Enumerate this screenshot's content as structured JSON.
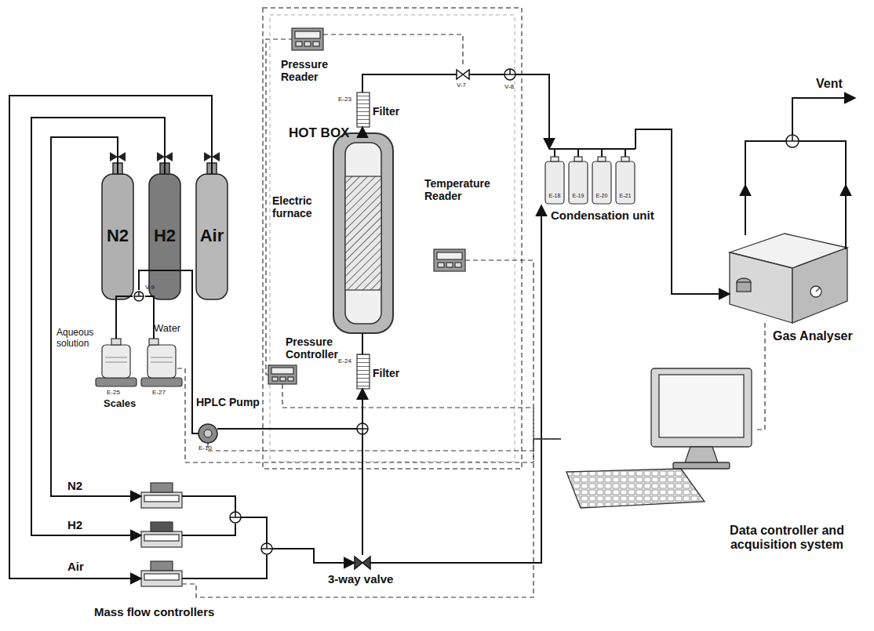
{
  "diagram": {
    "nodes": [
      {
        "text": [
          "HOT BOX"
        ]
      },
      {
        "text": [
          "Pressure Reader"
        ],
        "in": 0
      },
      {
        "text": [
          "E-23",
          "Filter"
        ],
        "in": 0
      },
      {
        "text": [
          "Electric furnace"
        ],
        "in": 0
      },
      {
        "text": [
          "Temperature Reader"
        ],
        "in": 0
      },
      {
        "text": [
          "E-24",
          "Filter"
        ],
        "in": 0
      },
      {
        "text": [
          "Pressure Controller"
        ],
        "in": 0
      },
      {
        "text": [
          "HPLC Pump",
          "E-10"
        ]
      },
      {
        "text": [
          "Aqueous solution",
          "E-25"
        ]
      },
      {
        "text": [
          "Water",
          "E-27"
        ]
      },
      {
        "text": [
          "N2"
        ]
      },
      {
        "text": [
          "H2"
        ]
      },
      {
        "text": [
          "Air"
        ]
      },
      {
        "text": [
          "Mass flow controllers"
        ]
      },
      {
        "text": [
          "3-way valve"
        ]
      },
      {
        "text": [
          "Condensation unit"
        ]
      },
      {
        "text": [
          "E-18"
        ],
        "in": 15
      },
      {
        "text": [
          "E-19"
        ],
        "in": 15
      },
      {
        "text": [
          "E-20"
        ],
        "in": 15
      },
      {
        "text": [
          "E-21"
        ],
        "in": 15
      },
      {
        "text": [
          "Gas Analyser"
        ]
      },
      {
        "text": [
          "Data controller and acquisition system"
        ]
      }
    ],
    "edges": [
      {
        "from": 10,
        "to": 13,
        "label": "N2",
        "arrow": "to"
      },
      {
        "from": 11,
        "to": 13,
        "label": "H2",
        "arrow": "to"
      },
      {
        "from": 12,
        "to": 13,
        "label": "Air",
        "arrow": "to"
      },
      {
        "from": 13,
        "to": 14,
        "arrow": "to"
      },
      {
        "from": 14,
        "to": 5,
        "arrow": "to"
      },
      {
        "from": 7,
        "to": 5,
        "arrow": "to"
      },
      {
        "from": 5,
        "to": 3,
        "arrow": "none"
      },
      {
        "from": 3,
        "to": 2,
        "arrow": "to"
      },
      {
        "from": 2,
        "to": 15,
        "arrow": "to"
      },
      {
        "from": 14,
        "to": 15,
        "arrow": "to"
      },
      {
        "from": 15,
        "to": 20,
        "arrow": "to"
      },
      {
        "from": 4,
        "to": 21,
        "arrow": "none"
      },
      {
        "from": 6,
        "to": 21,
        "arrow": "none"
      },
      {
        "from": 7,
        "to": 21,
        "arrow": "none"
      },
      {
        "from": 9,
        "to": 21,
        "arrow": "none"
      },
      {
        "from": 13,
        "to": 21,
        "arrow": "none"
      },
      {
        "from": 20,
        "to": 21,
        "arrow": "none"
      },
      {
        "from": 6,
        "to": 1,
        "arrow": "none"
      }
    ],
    "labels": [
      "Vent",
      "V-7",
      "V-8",
      "V-9",
      "Scales"
    ]
  }
}
